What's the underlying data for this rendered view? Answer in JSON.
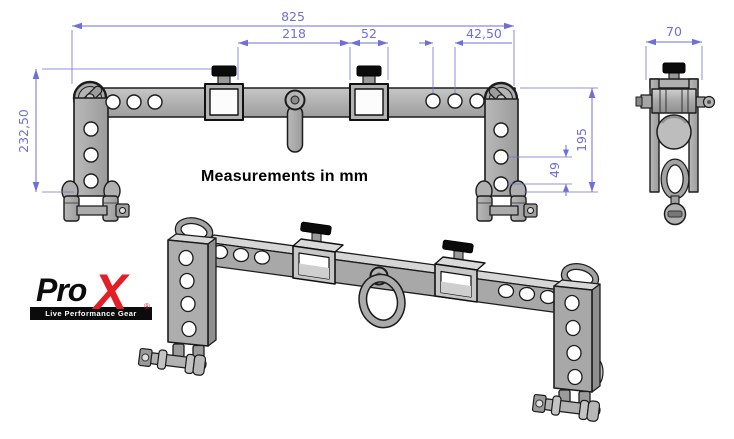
{
  "title_note": "Measurements in mm",
  "brand": {
    "pro": "Pro",
    "x": "X",
    "registered": "®",
    "tagline": "Live Performance Gear"
  },
  "dimensions": {
    "overall_width": "825",
    "clamp_span": "218",
    "clamp_width": "52",
    "hole_pitch_horizontal": "42,50",
    "overall_height": "232,50",
    "upright_drop": "195",
    "hole_pitch_vertical": "49",
    "side_depth": "70"
  },
  "colors": {
    "dimension_blue": "#6f6fd9",
    "part_gray": "#a8a8a8",
    "outline_black": "#1c1c1c",
    "knob_black": "#0b0b0b",
    "brand_red": "#e31e25"
  }
}
